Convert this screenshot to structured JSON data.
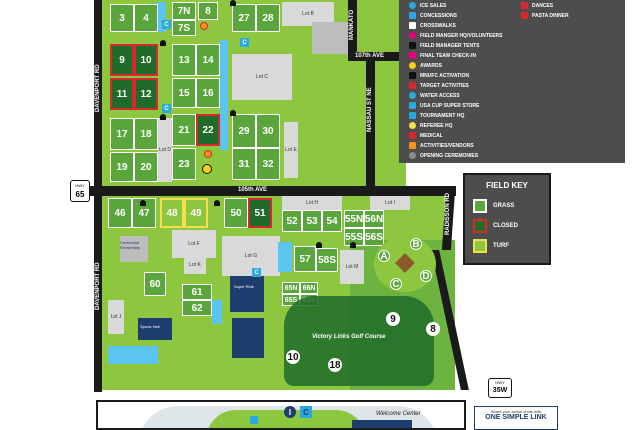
{
  "roads": {
    "davenport_rd_north": "DAVENPORT RD",
    "davenport_rd_south": "DAVENPORT RD",
    "ave_105th": "105th AVE",
    "ave_107th": "107th AVE",
    "nassau_st": "NASSAU ST NE",
    "radisson_rd": "RADISSON RD",
    "mankato": "MANKATO",
    "hwy65": {
      "prefix": "HWY",
      "number": "65"
    },
    "hwy35w": {
      "prefix": "HWY",
      "number": "35W"
    }
  },
  "fields": {
    "f3": "3",
    "f4": "4",
    "f7N": "7N",
    "f7S": "7S",
    "f8": "8",
    "f27": "27",
    "f28": "28",
    "f9": "9",
    "f10": "10",
    "f11": "11",
    "f12": "12",
    "f13": "13",
    "f14": "14",
    "f15": "15",
    "f16": "16",
    "f17": "17",
    "f18": "18",
    "f19": "19",
    "f20": "20",
    "f21": "21",
    "f22": "22",
    "f23": "23",
    "f29": "29",
    "f30": "30",
    "f31": "31",
    "f32": "32",
    "f46": "46",
    "f47": "47",
    "f48": "48",
    "f49": "49",
    "f50": "50",
    "f51": "51",
    "f52": "52",
    "f53": "53",
    "f54": "54",
    "f55N": "55N",
    "f55S": "55S",
    "f56N": "56N",
    "f56S": "56S",
    "f57": "57",
    "f58": "58S",
    "f60": "60",
    "f61": "61",
    "f62": "62",
    "f65N": "65N",
    "f65S": "65S",
    "f66N": "66N",
    "f66S": "66S",
    "fA": "A",
    "fB": "B",
    "fC": "C",
    "fD": "D",
    "f8b": "8",
    "f9b": "9",
    "f10b": "10",
    "f18b": "18"
  },
  "lots": {
    "B": "Lot B",
    "C": "Lot C",
    "D": "Lot D",
    "E": "Lot E",
    "F": "Lot F",
    "G": "Lot G",
    "H": "Lot H",
    "I": "Lot I",
    "J": "Lot J",
    "K": "Lot K",
    "M": "Lot M"
  },
  "places": {
    "golf": "Victory Links Golf Course",
    "welcome": "Welcome Center",
    "elementary": "Centennial Elementary",
    "sports_hall": "Sports Hall",
    "super_rink": "Super Rink"
  },
  "legend": {
    "left": [
      {
        "label": "ICE SALES",
        "icon": "ice-sales-icon",
        "color": "#29a9e0"
      },
      {
        "label": "CONCESSIONS",
        "icon": "concessions-icon",
        "color": "#29a9e0"
      },
      {
        "label": "CROSSWALKS",
        "icon": "crosswalk-icon",
        "color": "#ffffff"
      },
      {
        "label": "FIELD MANGER HQ/VOLUNTEERS",
        "icon": "field-manager-hq-icon",
        "color": "#e6007e"
      },
      {
        "label": "FIELD MANAGER TENTS",
        "icon": "tent-icon",
        "color": "#111111"
      },
      {
        "label": "FINAL TEAM CHECK-IN",
        "icon": "checkin-icon",
        "color": "#e6007e"
      },
      {
        "label": "AWARDS",
        "icon": "awards-icon",
        "color": "#f7d117"
      },
      {
        "label": "MNUFC ACTIVATION",
        "icon": "mnufc-icon",
        "color": "#111111"
      },
      {
        "label": "TARGET ACTIVITIES",
        "icon": "target-icon",
        "color": "#d8282f"
      },
      {
        "label": "WATER ACCESS",
        "icon": "water-icon",
        "color": "#29a9e0"
      },
      {
        "label": "USA CUP SUPER STORE",
        "icon": "store-icon",
        "color": "#29a9e0"
      },
      {
        "label": "TOURNAMENT HQ",
        "icon": "hq-icon",
        "color": "#29a9e0"
      },
      {
        "label": "REFEREE HQ",
        "icon": "referee-icon",
        "color": "#f4e04d"
      },
      {
        "label": "MEDICAL",
        "icon": "medical-icon",
        "color": "#d8282f"
      },
      {
        "label": "ACTIVITIES/VENDORS",
        "icon": "star-icon",
        "color": "#f7941d"
      },
      {
        "label": "OPENING CEREMONIES",
        "icon": "ceremony-icon",
        "color": "#8c8c8c"
      }
    ],
    "right": [
      {
        "label": "DANCES",
        "icon": "dance-icon",
        "color": "#d8282f"
      },
      {
        "label": "PASTA DINNER",
        "icon": "pasta-icon",
        "color": "#d8282f"
      }
    ]
  },
  "field_key": {
    "title": "FIELD KEY",
    "items": [
      {
        "label": "GRASS",
        "color": "#5aa63c",
        "border": "#ffffff"
      },
      {
        "label": "CLOSED",
        "color": "#1f6b2a",
        "border": "#d8282f"
      },
      {
        "label": "TURF",
        "color": "#8dc63f",
        "border": "#f4e04d"
      }
    ]
  },
  "share": {
    "line1": "Share your action shots with",
    "line2": "ONE SIMPLE LINK"
  },
  "bottom_markers": {
    "info": "I",
    "concession": "C"
  }
}
